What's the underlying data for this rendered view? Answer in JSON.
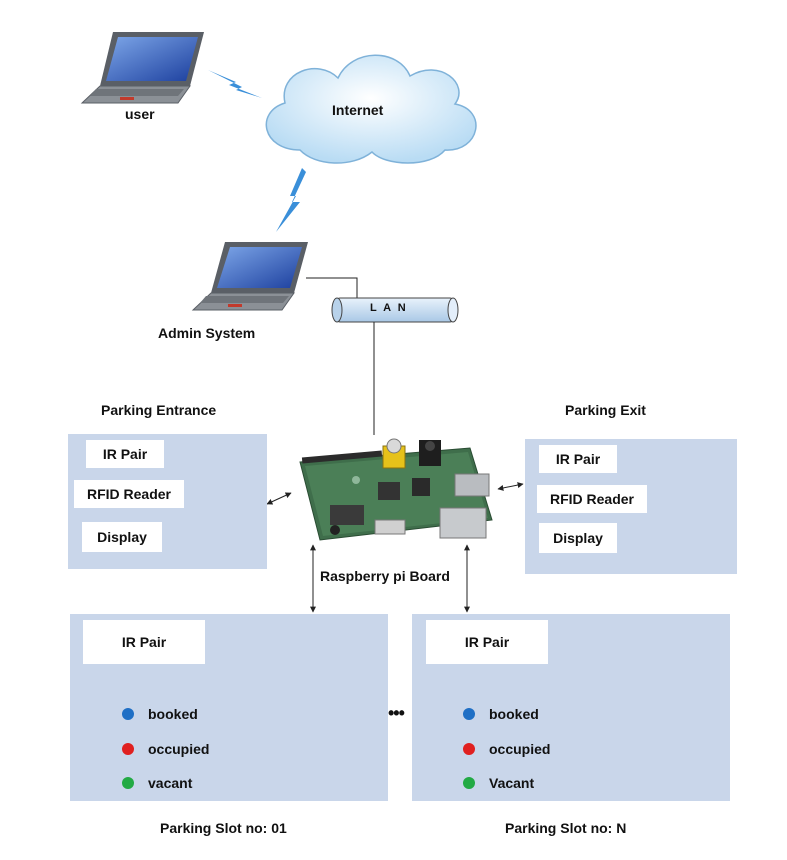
{
  "nodes": {
    "user": "user",
    "internet": "Internet",
    "admin": "Admin System",
    "lan": "L A N",
    "board": "Raspberry pi Board"
  },
  "entrance": {
    "title": "Parking Entrance",
    "items": [
      "IR Pair",
      "RFID Reader",
      "Display"
    ]
  },
  "exit": {
    "title": "Parking Exit",
    "items": [
      "IR Pair",
      "RFID Reader",
      "Display"
    ]
  },
  "slots": [
    {
      "caption": "Parking Slot no: 01",
      "sensor": "IR Pair",
      "statuses": [
        {
          "label": "booked",
          "color": "#1f6fc5"
        },
        {
          "label": "occupied",
          "color": "#e02020"
        },
        {
          "label": "vacant",
          "color": "#22aa44"
        }
      ]
    },
    {
      "caption": "Parking Slot no: N",
      "sensor": "IR Pair",
      "statuses": [
        {
          "label": "booked",
          "color": "#1f6fc5"
        },
        {
          "label": "occupied",
          "color": "#e02020"
        },
        {
          "label": "Vacant",
          "color": "#22aa44"
        }
      ]
    }
  ],
  "between_slots": "•••",
  "colors": {
    "panel": "#c9d6ea",
    "cloud": "#d7ebfa",
    "lightning": "#3a8fd9",
    "lan": "#cfe1f3"
  }
}
